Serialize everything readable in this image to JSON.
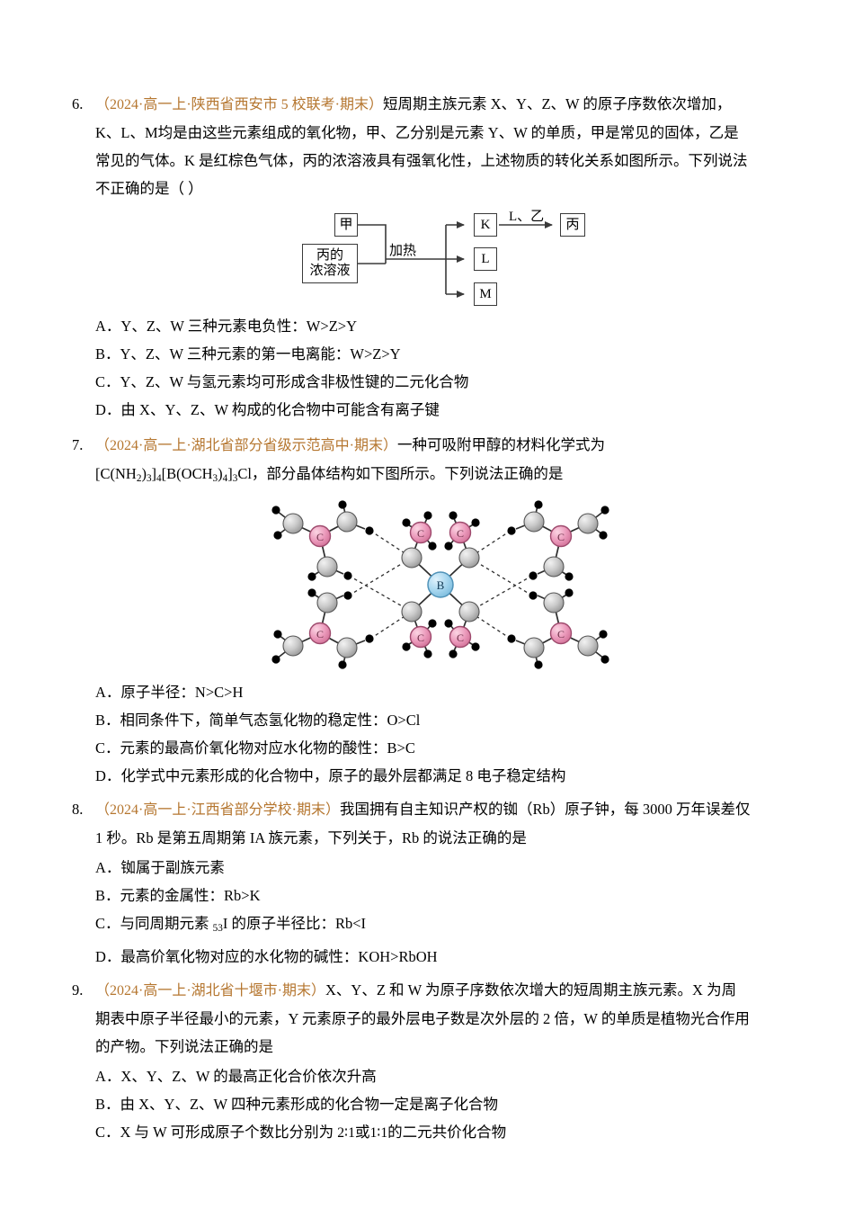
{
  "theme": {
    "citation_color": "#b5762f",
    "text_color": "#000000",
    "page_bg": "#ffffff",
    "atom_boron_color": "#a9d6ef",
    "atom_carbon_color": "#e895b5",
    "atom_gray_color": "#b5b5b5",
    "atom_hydrogen_color": "#000000",
    "bond_color": "#3a3a3a"
  },
  "questions": [
    {
      "number": "6.",
      "citation": "（2024·高一上·陕西省西安市 5 校联考·期末）",
      "stem_part1": "短周期主族元素 X、Y、Z、W 的原子序数依次增加，",
      "stem_lines": [
        "K、L、M均是由这些元素组成的氧化物，甲、乙分别是元素 Y、W 的单质，甲是常见的固体，乙是",
        "常见的气体。K 是红棕色气体，丙的浓溶液具有强氧化性，上述物质的转化关系如图所示。下列说法",
        "不正确的是（    ）"
      ],
      "diagram": {
        "type": "flow",
        "nodes": {
          "jia": "甲",
          "bing_solution_line1": "丙的",
          "bing_solution_line2": "浓溶液",
          "K": "K",
          "L": "L",
          "M": "M",
          "bing": "丙"
        },
        "labels": {
          "heat": "加热",
          "reagents": "L、乙"
        }
      },
      "options": [
        "A．Y、Z、W 三种元素电负性：W>Z>Y",
        "B．Y、Z、W 三种元素的第一电离能：W>Z>Y",
        "C．Y、Z、W 与氢元素均可形成含非极性键的二元化合物",
        "D．由 X、Y、Z、W 构成的化合物中可能含有离子键"
      ]
    },
    {
      "number": "7.",
      "citation": "（2024·高一上·湖北省部分省级示范高中·期末）",
      "stem_part1": "一种可吸附甲醇的材料化学式为",
      "formula_line": {
        "prefix": "[C(NH",
        "sub1": "2",
        "mid1": ")",
        "sub2": "3",
        "mid2": "]",
        "sub3": "4",
        "mid3": "[B(OCH",
        "sub4": "3",
        "mid4": ")",
        "sub5": "4",
        "mid5": "]",
        "sub6": "3",
        "suffix": "Cl，部分晶体结构如下图所示。下列说法正确的是"
      },
      "diagram": {
        "type": "molecular-structure",
        "center_atom_label": "B",
        "carbon_atom_label": "C",
        "description": "四个胍离子与中心硼酸酯阴离子通过虚线氢键相连的部分晶体结构"
      },
      "options": [
        "A．原子半径：N>C>H",
        "B．相同条件下，简单气态氢化物的稳定性：O>Cl",
        "C．元素的最高价氧化物对应水化物的酸性：B>C",
        "D．化学式中元素形成的化合物中，原子的最外层都满足 8 电子稳定结构"
      ]
    },
    {
      "number": "8.",
      "citation": "（2024·高一上·江西省部分学校·期末）",
      "stem_part1": "我国拥有自主知识产权的铷（Rb）原子钟，每 3000 万年误差仅",
      "stem_lines": [
        "1 秒。Rb 是第五周期第 IA 族元素，下列关于，Rb 的说法正确的是"
      ],
      "options": [
        "A．铷属于副族元素",
        "B．元素的金属性：Rb>K",
        "C．与同周期元素 53I 的原子半径比：Rb<I",
        "D．最高价氧化物对应的水化物的碱性：KOH>RbOH"
      ],
      "option_c_parts": {
        "pre": "C．与同周期元素 ",
        "subscript": "53",
        "post": "I 的原子半径比：Rb<I"
      }
    },
    {
      "number": "9.",
      "citation": "（2024·高一上·湖北省十堰市·期末）",
      "stem_part1": "X、Y、Z 和 W 为原子序数依次增大的短周期主族元素。X 为周",
      "stem_lines": [
        "期表中原子半径最小的元素，Y 元素原子的最外层电子数是次外层的 2 倍，W 的单质是植物光合作用",
        "的产物。下列说法正确的是"
      ],
      "options": [
        "A．X、Y、Z、W 的最高正化合价依次升高",
        "B．由 X、Y、Z、W 四种元素形成的化合物一定是离子化合物",
        "C．X 与 W 可形成原子个数比分别为 2∶1 或 1∶1 的二元共价化合物"
      ],
      "option_c_parts": {
        "pre": "C．X 与 W 可形成原子个数比分别为 ",
        "ratio1": "2∶1",
        "mid": "或",
        "ratio2": "1∶1",
        "post": "的二元共价化合物"
      }
    }
  ]
}
